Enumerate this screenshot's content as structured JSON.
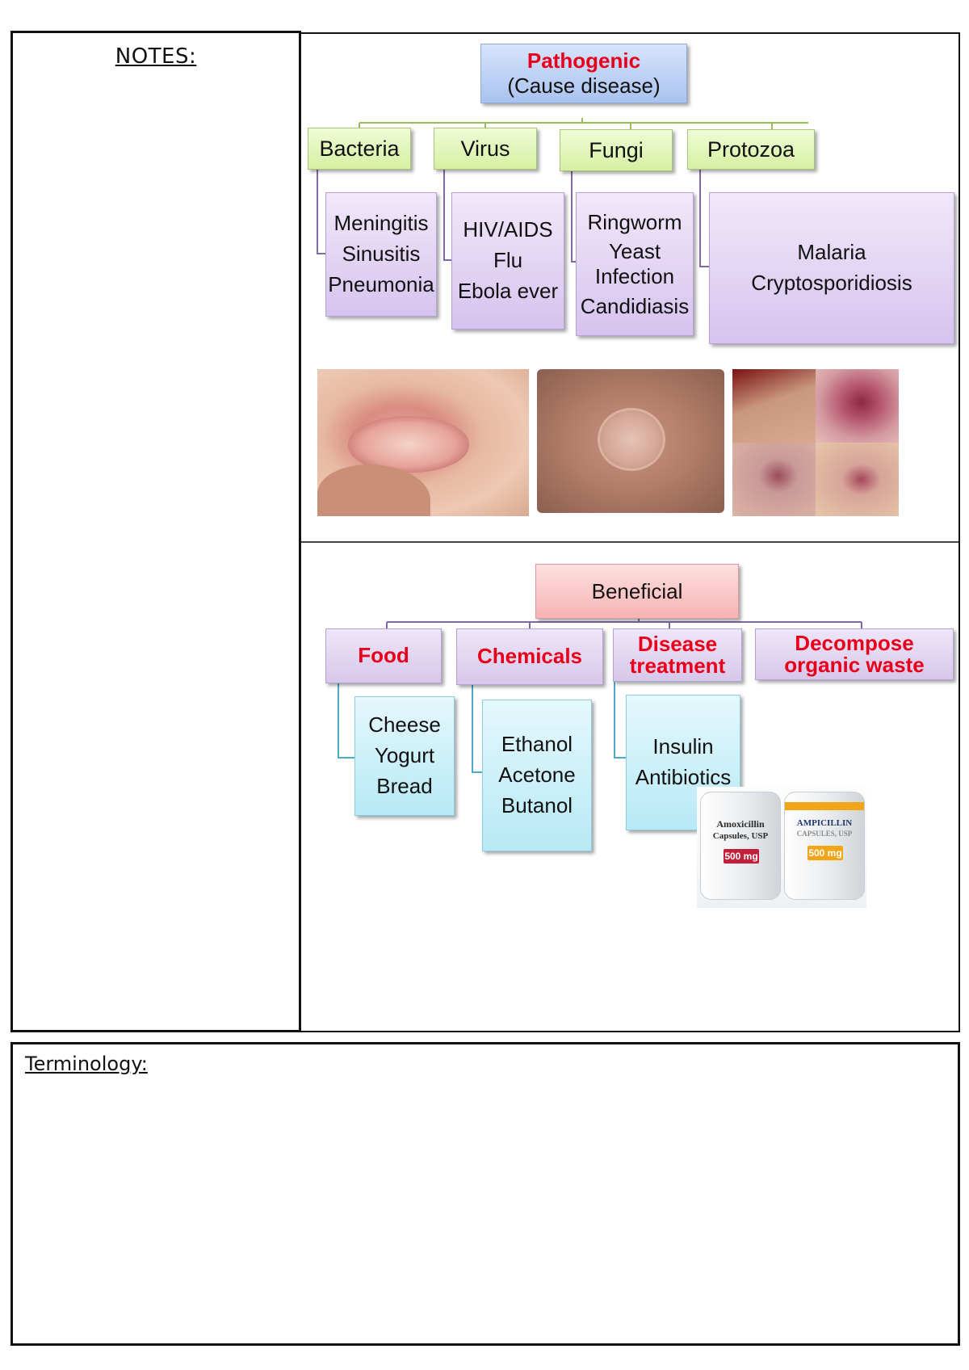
{
  "notes": {
    "heading": "NOTES:"
  },
  "terminology": {
    "heading": "Terminology:"
  },
  "pathogenic": {
    "title": "Pathogenic",
    "subtitle": "(Cause disease)",
    "categories": [
      {
        "name": "Bacteria",
        "examples": [
          "Meningitis",
          "Sinusitis",
          "Pneumonia"
        ]
      },
      {
        "name": "Virus",
        "examples": [
          "HIV/AIDS",
          "Flu",
          "Ebola ever"
        ]
      },
      {
        "name": "Fungi",
        "examples": [
          "Ringworm",
          "Yeast",
          "Infection",
          "Candidiasis"
        ]
      },
      {
        "name": "Protozoa",
        "examples": [
          "Malaria",
          "Cryptosporidiosis"
        ]
      }
    ]
  },
  "beneficial": {
    "title": "Beneficial",
    "categories": [
      {
        "name_lines": [
          "Food"
        ],
        "examples": [
          "Cheese",
          "Yogurt",
          "Bread"
        ]
      },
      {
        "name_lines": [
          "Chemicals"
        ],
        "examples": [
          "Ethanol",
          "Acetone",
          "Butanol"
        ]
      },
      {
        "name_lines": [
          "Disease",
          "treatment"
        ],
        "examples": [
          "Insulin",
          "Antibiotics"
        ]
      },
      {
        "name_lines": [
          "Decompose",
          "organic waste"
        ],
        "examples": []
      }
    ]
  },
  "bottles": {
    "amox": {
      "line1": "Amoxicillin",
      "line2": "Capsules, USP",
      "dose": "500 mg"
    },
    "amp": {
      "line1": "AMPICILLIN",
      "line2": "CAPSULES, USP",
      "dose": "500 mg"
    }
  },
  "colors": {
    "accent_red": "#e8001b",
    "connector_purple": "#7f6aa8",
    "connector_green": "#9bbb59",
    "connector_cyan": "#4bacc6"
  }
}
